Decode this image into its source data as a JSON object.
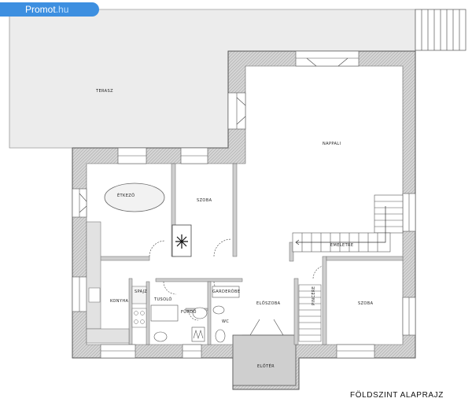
{
  "site_badge": {
    "name": "Promot",
    "tld": ".hu"
  },
  "plan_title": "FÖLDSZINT ALAPRAJZ",
  "rooms": {
    "terasz": "TERASZ",
    "nappali": "NAPPALI",
    "etkezo": "ÉTKEZŐ",
    "szoba_top": "SZOBA",
    "emelet": "EMELETRE",
    "konyha": "KONYHA",
    "spajz": "SPAJZ",
    "tusolo": "TUSOLÓ",
    "furdo": "FÜRDŐ",
    "garderobe": "GARDERÓBE",
    "wc": "WC",
    "eloszoba": "ELŐSZOBA",
    "pince": "PINCÉRE",
    "szoba_right": "SZOBA",
    "eloter": "ELŐTÉR"
  },
  "colors": {
    "wall": "#d2d2d2",
    "wall_stroke": "#555555",
    "terrace": "#ececec",
    "entrance": "#cfcfcf",
    "badge": "#3d8fe0"
  }
}
